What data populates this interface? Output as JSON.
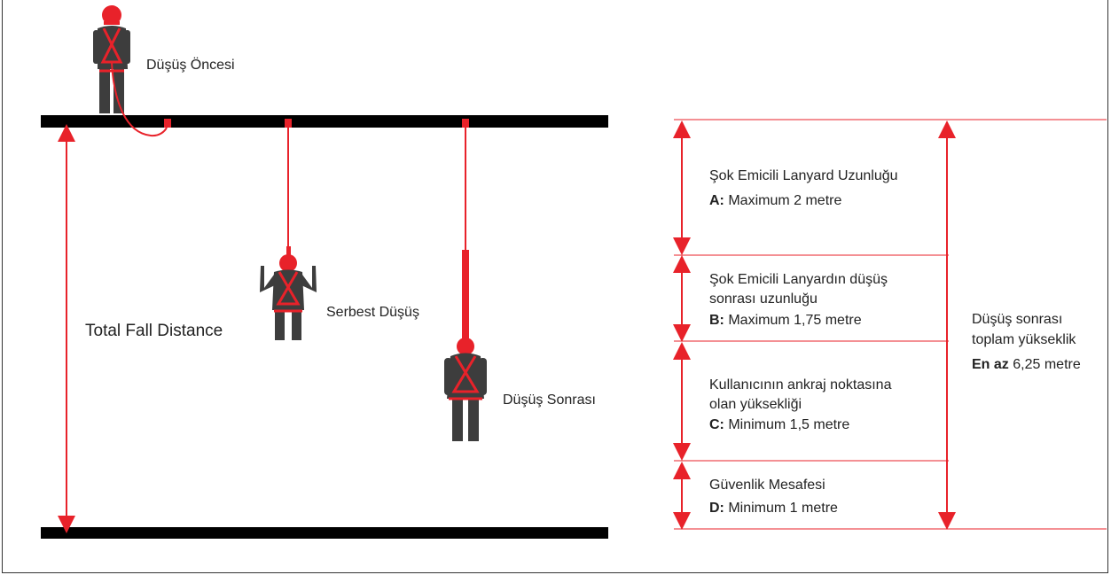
{
  "colors": {
    "accent": "#e8222a",
    "figure": "#3d3d3d",
    "bar": "#000000",
    "rule": "#e8222a"
  },
  "labels": {
    "before_fall": "Düşüş Öncesi",
    "free_fall": "Serbest Düşüş",
    "after_fall": "Düşüş Sonrası",
    "total_fall_distance": "Total Fall Distance"
  },
  "sections": [
    {
      "line1": "Şok Emicili Lanyard Uzunluğu",
      "line2": "",
      "key": "A:",
      "value": "Maximum 2 metre"
    },
    {
      "line1": "Şok Emicili Lanyardın düşüş",
      "line2": "sonrası uzunluğu",
      "key": "B:",
      "value": "Maximum 1,75 metre"
    },
    {
      "line1": "Kullanıcının ankraj noktasına",
      "line2": "olan yüksekliği",
      "key": "C:",
      "value": "Minimum 1,5 metre"
    },
    {
      "line1": "Güvenlik Mesafesi",
      "line2": "",
      "key": "D:",
      "value": "Minimum 1 metre"
    }
  ],
  "total": {
    "line1": "Düşüş sonrası",
    "line2": "toplam yükseklik",
    "key": "En az",
    "value": "6,25 metre"
  },
  "icons": [
    "worker-before-fall-icon",
    "worker-free-fall-icon",
    "worker-after-fall-icon",
    "anchor-point-icon"
  ]
}
